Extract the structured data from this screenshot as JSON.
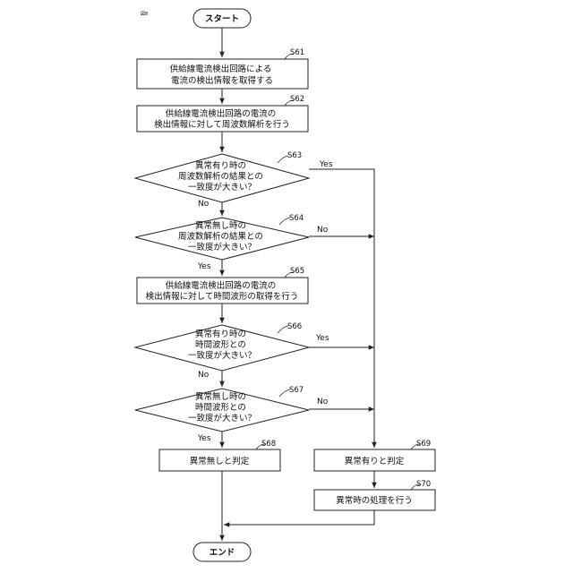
{
  "figure_label": "図8",
  "nodes": {
    "start": {
      "text": "スタート"
    },
    "s61": {
      "step": "S61",
      "lines": [
        "供給線電流検出回路による",
        "電流の検出情報を取得する"
      ]
    },
    "s62": {
      "step": "S62",
      "lines": [
        "供給線電流検出回路の電流の",
        "検出情報に対して周波数解析を行う"
      ]
    },
    "s63": {
      "step": "S63",
      "lines": [
        "異常有り時の",
        "周波数解析の結果との",
        "一致度が大きい？"
      ]
    },
    "s64": {
      "step": "S64",
      "lines": [
        "異常無し時の",
        "周波数解析の結果との",
        "一致度が大きい？"
      ]
    },
    "s65": {
      "step": "S65",
      "lines": [
        "供給線電流検出回路の電流の",
        "検出情報に対して時間波形の取得を行う"
      ]
    },
    "s66": {
      "step": "S66",
      "lines": [
        "異常有り時の",
        "時間波形との",
        "一致度が大きい？"
      ]
    },
    "s67": {
      "step": "S67",
      "lines": [
        "異常無し時の",
        "時間波形との",
        "一致度が大きい？"
      ]
    },
    "s68": {
      "step": "S68",
      "lines": [
        "異常無しと判定"
      ]
    },
    "s69": {
      "step": "S69",
      "lines": [
        "異常有りと判定"
      ]
    },
    "s70": {
      "step": "S70",
      "lines": [
        "異常時の処理を行う"
      ]
    },
    "end": {
      "text": "エンド"
    }
  },
  "branch_labels": {
    "s63_yes": "Yes",
    "s63_no": "No",
    "s64_no": "No",
    "s64_yes": "Yes",
    "s66_yes": "Yes",
    "s66_no": "No",
    "s67_no": "No",
    "s67_yes": "Yes"
  }
}
